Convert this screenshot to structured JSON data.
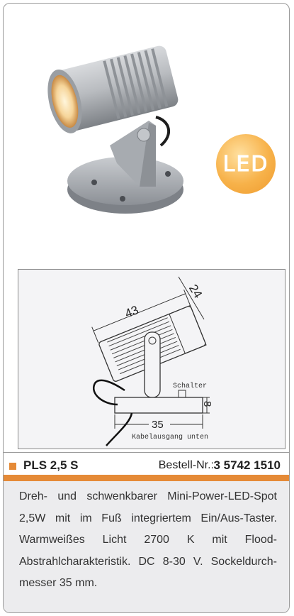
{
  "badge": {
    "text": "LED"
  },
  "drawing": {
    "dim_length": "43",
    "dim_diameter": "24",
    "dim_height": "8",
    "dim_base": "35",
    "switch_label": "Schalter",
    "cable_label": "Kabelausgang unten"
  },
  "product": {
    "name": "PLS 2,5 S",
    "order_label": "Bestell-Nr.:",
    "order_number": "3 5742 1510"
  },
  "description": "Dreh- und schwenkbarer Mini-Power-LED-Spot 2,5W mit im Fuß integriertem Ein/Aus-Taster. Warmweißes Licht 2700 K mit Flood-Abstrahlcharakteristik. DC 8-30 V. Sockeldurch-messer 35 mm.",
  "colors": {
    "accent": "#e58a37",
    "badge": "#f7b24a"
  }
}
